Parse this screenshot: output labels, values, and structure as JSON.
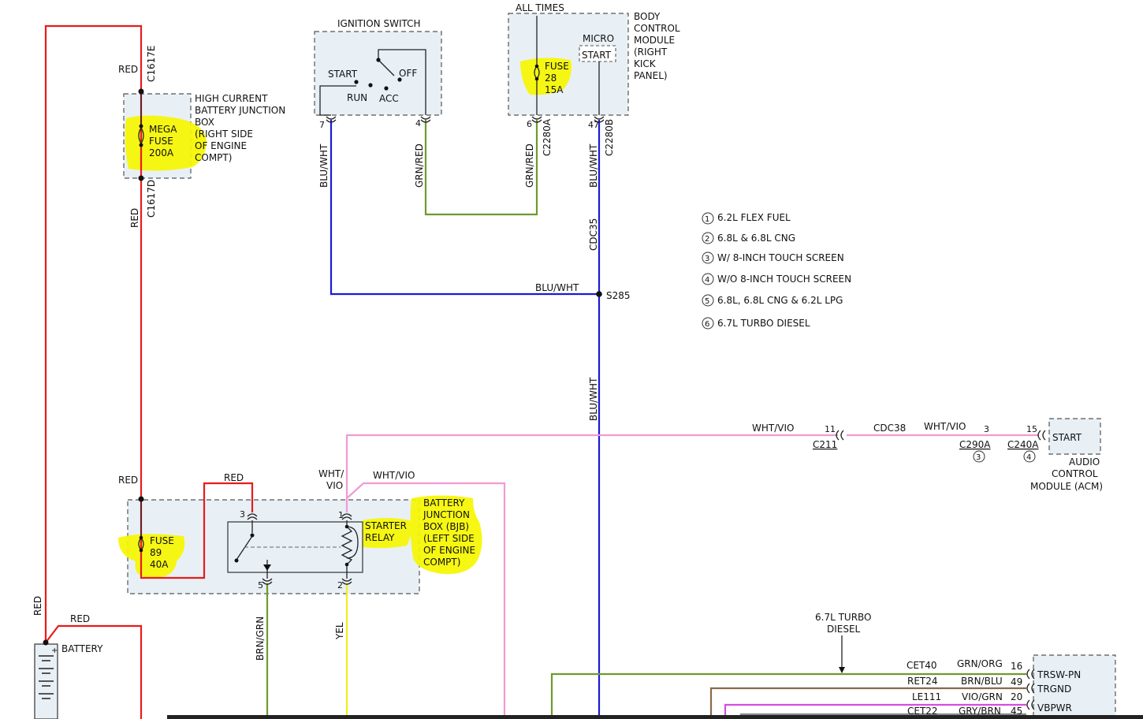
{
  "colors": {
    "red": "#e81b1b",
    "blue": "#1a1ad6",
    "green": "#6f9a2c",
    "pink": "#f09ad6",
    "yellow": "#f3ef1c",
    "highlight": "#f6f600",
    "module_fill": "#e8f0f6"
  },
  "ignition_switch": {
    "title": "IGNITION SWITCH",
    "start": "START",
    "off": "OFF",
    "run": "RUN",
    "acc": "ACC",
    "pin_left": "7",
    "pin_right": "4"
  },
  "bcm": {
    "all_times": "ALL TIMES",
    "name_lines": [
      "BODY",
      "CONTROL",
      "MODULE",
      "(RIGHT",
      "KICK",
      "PANEL)"
    ],
    "micro": "MICRO",
    "start": "START",
    "fuse": [
      "FUSE",
      "28",
      "15A"
    ],
    "pin_left": "6",
    "pin_right": "47",
    "conn_left": "C2280A",
    "conn_right": "C2280B"
  },
  "hcbjb": {
    "name_lines": [
      "HIGH CURRENT",
      "BATTERY JUNCTION",
      "BOX",
      "(RIGHT SIDE",
      "OF ENGINE",
      "COMPT)"
    ],
    "fuse": [
      "MEGA",
      "FUSE",
      "200A"
    ],
    "conn_top": "C1617E",
    "conn_bottom": "C1617D"
  },
  "bjb": {
    "name_lines": [
      "BATTERY",
      "JUNCTION",
      "BOX (BJB)",
      "(LEFT SIDE",
      "OF ENGINE",
      "COMPT)"
    ],
    "relay": [
      "STARTER",
      "RELAY"
    ],
    "fuse": [
      "FUSE",
      "89",
      "40A"
    ],
    "pin_3": "3",
    "pin_1": "1",
    "pin_5": "5",
    "pin_2": "2"
  },
  "acm": {
    "start": "START",
    "name_lines": [
      "AUDIO",
      "CONTROL",
      "MODULE (ACM)"
    ]
  },
  "battery": {
    "label": "BATTERY"
  },
  "wire_labels": {
    "red_1": "RED",
    "red_2": "RED",
    "red_3": "RED",
    "red_4": "RED",
    "red_5": "RED",
    "red_6": "RED",
    "blu_wht_1": "BLU/WHT",
    "blu_wht_2": "BLU/WHT",
    "blu_wht_3": "BLU/WHT",
    "blu_wht_4": "BLU/WHT",
    "grn_red_1": "GRN/RED",
    "grn_red_2": "GRN/RED",
    "cdc35": "CDC35",
    "s285": "S285",
    "wht_vio_1": "WHT/VIO",
    "wht_vio_2": "WHT/VIO",
    "wht_vio_3": "WHT/VIO",
    "wht_vio_4a": "WHT/",
    "wht_vio_4b": "VIO",
    "cdc38": "CDC38",
    "pin_11": "11",
    "pin_3": "3",
    "pin_15": "15",
    "c211": "C211",
    "c290a": "C290A",
    "c240a": "C240A",
    "ref_3": "3",
    "ref_4": "4",
    "brn_grn": "BRN/GRN",
    "yel": "YEL"
  },
  "legend": [
    {
      "num": "1",
      "text": "6.2L FLEX FUEL"
    },
    {
      "num": "2",
      "text": "6.8L & 6.8L CNG"
    },
    {
      "num": "3",
      "text": "W/ 8-INCH TOUCH SCREEN"
    },
    {
      "num": "4",
      "text": "W/O 8-INCH TOUCH SCREEN"
    },
    {
      "num": "5",
      "text": "6.8L, 6.8L CNG & 6.2L LPG"
    },
    {
      "num": "6",
      "text": "6.7L TURBO DIESEL"
    }
  ],
  "turbo_note": [
    "6.7L TURBO",
    "DIESEL"
  ],
  "bottom_rows": [
    {
      "circuit": "CET40",
      "color": "GRN/ORG",
      "pin": "16",
      "signal": "TRSW-PN"
    },
    {
      "circuit": "RET24",
      "color": "BRN/BLU",
      "pin": "49",
      "signal": "TRGND"
    },
    {
      "circuit": "LE111",
      "color": "VIO/GRN",
      "pin": "20",
      "signal": "VBPWR"
    },
    {
      "circuit": "CET22",
      "color": "GRY/BRN",
      "pin": "45",
      "signal": ""
    }
  ]
}
